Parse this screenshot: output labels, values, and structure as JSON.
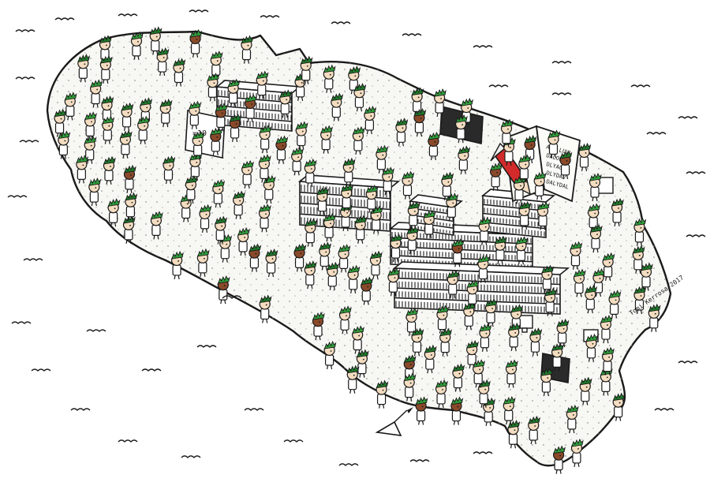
{
  "colors": {
    "ink": "#1a1a1a",
    "paper": "#ffffff",
    "island": "#f7f7f4",
    "hair": "#2f9e3a",
    "hair_dark": "#1f7a2a",
    "skin": "#f3dcc0",
    "skin_dark": "#8a4a2a",
    "pencil_red": "#d32b2b",
    "book_page": "#fbfbf7",
    "board": "#2a2a2a"
  },
  "icons": [
    "person-figure-icon",
    "bookshelf-icon",
    "open-book-icon",
    "pencil-icon",
    "chalkboard-icon",
    "computer-icon",
    "buoy-icon",
    "bird-icon",
    "wave-icon"
  ],
  "chalkboard": {
    "text": "=10"
  },
  "book": {
    "lines": [
      "ADL LUVL",
      "DALOBSA",
      "DLYACDL",
      "DLYDAV",
      "DALYDAL"
    ]
  },
  "signature": "Tomi Kerrosa 2017"
}
